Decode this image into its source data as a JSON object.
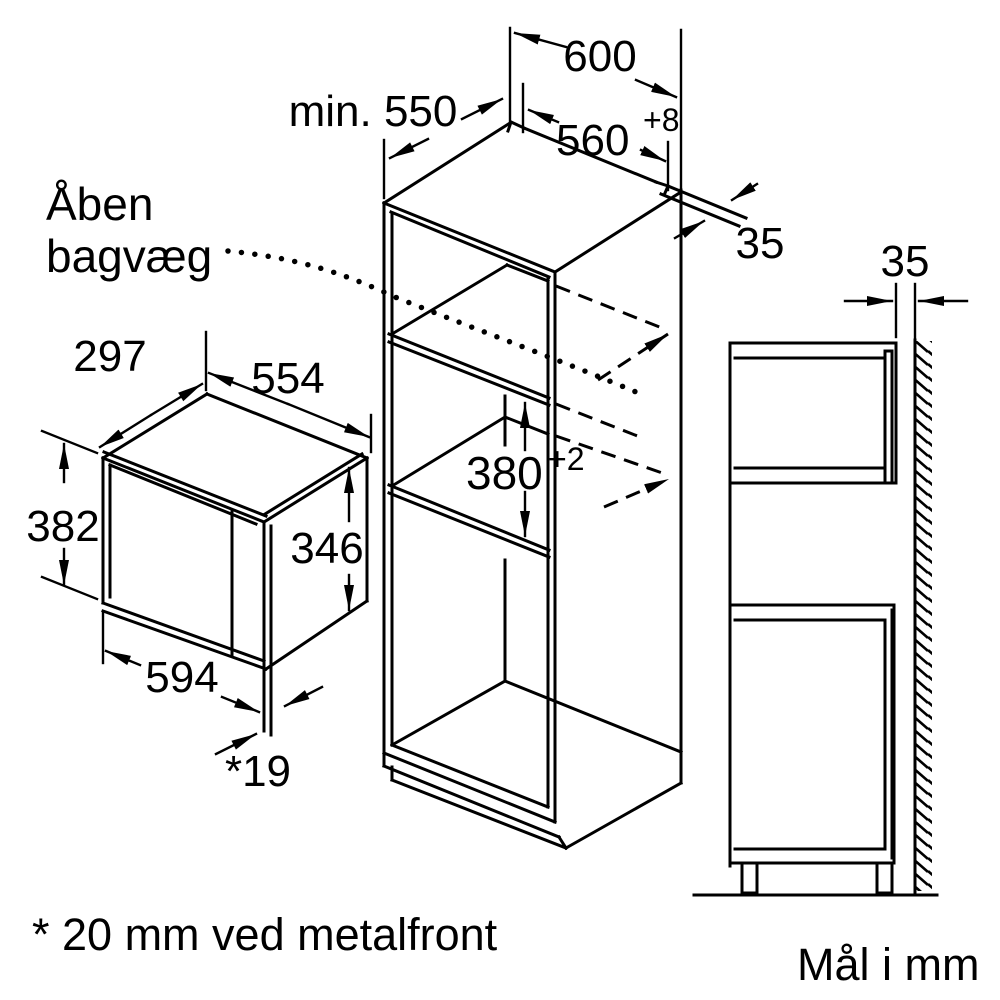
{
  "drawing": {
    "annotations": {
      "open_back_line1": "Åben",
      "open_back_line2": "bagvæg",
      "footnote": "* 20 mm ved metalfront",
      "units_note": "Mål i mm"
    },
    "dimensions": {
      "cabinet_width": "600",
      "niche_width": "560",
      "niche_width_tol": "+8",
      "min_depth": "min. 550",
      "rear_rail_gap": "35",
      "wall_gap": "35",
      "appliance_depth": "297",
      "appliance_top_width": "554",
      "appliance_height": "382",
      "appliance_body_height": "346",
      "niche_height": "380",
      "niche_height_tol": "+2",
      "appliance_front_width": "594",
      "front_frame_overhang": "*19"
    }
  }
}
